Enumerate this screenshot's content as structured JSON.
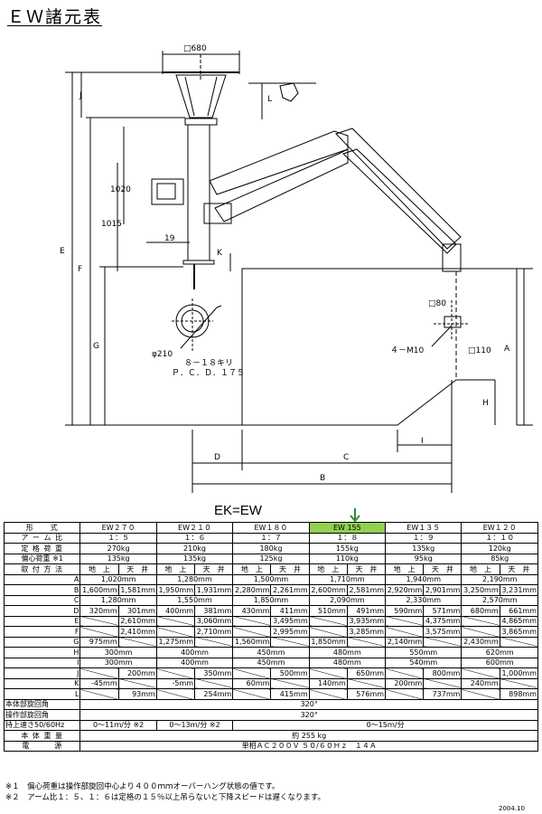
{
  "title": "ＥＷ諸元表",
  "drawing": {
    "dims": {
      "top_plate": "□680",
      "j": "J",
      "l": "L",
      "e": "E",
      "f": "F",
      "g": "G",
      "d1020": "1020",
      "d1015": "1015",
      "d19": "19",
      "k": "K",
      "phi210": "φ210",
      "bolt1": "８－１８キリ",
      "bolt2": "Ｐ．Ｃ．Ｄ．１７５",
      "sq80": "□80",
      "sq110": "□110",
      "m10": "４－M10",
      "a": "A",
      "h": "H",
      "i": "I",
      "d": "D",
      "c": "C",
      "b": "B"
    }
  },
  "ek_label": "EK=EW",
  "table": {
    "header_label": "形　　式",
    "models": [
      "EW２７０",
      "EW２１０",
      "EW１８０",
      "EW 155",
      "EW１３５",
      "EW１２０"
    ],
    "selected_index": 3,
    "arm_ratio_label": "ア ー ム 比",
    "arm_ratio": [
      "１：５",
      "１：６",
      "１：７",
      "１：８",
      "１：９",
      "１：１０"
    ],
    "rated_load_label": "定 格 荷 重",
    "rated_load": [
      "270kg",
      "210kg",
      "180kg",
      "155kg",
      "135kg",
      "120kg"
    ],
    "eccentric_label": "偏心荷重 ※1",
    "eccentric": [
      "135kg",
      "135kg",
      "125kg",
      "110kg",
      "95kg",
      "85kg"
    ],
    "mount_label": "取 付 方 法",
    "ground": "地　上",
    "ceiling": "天　井",
    "rows": [
      {
        "label": "A",
        "vals": [
          [
            "1,020mm"
          ],
          [
            "1,280mm"
          ],
          [
            "1,500mm"
          ],
          [
            "1,710mm"
          ],
          [
            "1,940mm"
          ],
          [
            "2,190mm"
          ]
        ]
      },
      {
        "label": "B",
        "vals": [
          [
            "1,600mm",
            "1,581mm"
          ],
          [
            "1,950mm",
            "1,931mm"
          ],
          [
            "2,280mm",
            "2,261mm"
          ],
          [
            "2,600mm",
            "2,581mm"
          ],
          [
            "2,920mm",
            "2,901mm"
          ],
          [
            "3,250mm",
            "3,231mm"
          ]
        ]
      },
      {
        "label": "C",
        "vals": [
          [
            "1,280mm"
          ],
          [
            "1,550mm"
          ],
          [
            "1,850mm"
          ],
          [
            "2,090mm"
          ],
          [
            "2,330mm"
          ],
          [
            "2,570mm"
          ]
        ]
      },
      {
        "label": "D",
        "vals": [
          [
            "320mm",
            "301mm"
          ],
          [
            "400mm",
            "381mm"
          ],
          [
            "430mm",
            "411mm"
          ],
          [
            "510mm",
            "491mm"
          ],
          [
            "590mm",
            "571mm"
          ],
          [
            "680mm",
            "661mm"
          ]
        ]
      },
      {
        "label": "E",
        "diag": true,
        "vals": [
          [
            "",
            "2,610mm"
          ],
          [
            "",
            "3,060mm"
          ],
          [
            "",
            "3,495mm"
          ],
          [
            "",
            "3,935mm"
          ],
          [
            "",
            "4,375mm"
          ],
          [
            "",
            "4,865mm"
          ]
        ]
      },
      {
        "label": "F",
        "diag": true,
        "vals": [
          [
            "",
            "2,410mm"
          ],
          [
            "",
            "2,710mm"
          ],
          [
            "",
            "2,995mm"
          ],
          [
            "",
            "3,285mm"
          ],
          [
            "",
            "3,575mm"
          ],
          [
            "",
            "3,865mm"
          ]
        ]
      },
      {
        "label": "G",
        "diag2": true,
        "vals": [
          [
            "975mm",
            ""
          ],
          [
            "1,275mm",
            ""
          ],
          [
            "1,560mm",
            ""
          ],
          [
            "1,850mm",
            ""
          ],
          [
            "2,140mm",
            ""
          ],
          [
            "2,430mm",
            ""
          ]
        ]
      },
      {
        "label": "H",
        "vals": [
          [
            "300mm"
          ],
          [
            "400mm"
          ],
          [
            "450mm"
          ],
          [
            "480mm"
          ],
          [
            "550mm"
          ],
          [
            "620mm"
          ]
        ]
      },
      {
        "label": "I",
        "vals": [
          [
            "300mm"
          ],
          [
            "400mm"
          ],
          [
            "450mm"
          ],
          [
            "480mm"
          ],
          [
            "540mm"
          ],
          [
            "600mm"
          ]
        ]
      },
      {
        "label": "J",
        "diag": true,
        "vals": [
          [
            "",
            "200mm"
          ],
          [
            "",
            "350mm"
          ],
          [
            "",
            "500mm"
          ],
          [
            "",
            "650mm"
          ],
          [
            "",
            "800mm"
          ],
          [
            "",
            "1,000mm"
          ]
        ]
      },
      {
        "label": "K",
        "diag2": true,
        "vals": [
          [
            "-45mm",
            ""
          ],
          [
            "-5mm",
            ""
          ],
          [
            "60mm",
            ""
          ],
          [
            "140mm",
            ""
          ],
          [
            "200mm",
            ""
          ],
          [
            "240mm",
            ""
          ]
        ]
      },
      {
        "label": "L",
        "diag": true,
        "vals": [
          [
            "",
            "93mm"
          ],
          [
            "",
            "254mm"
          ],
          [
            "",
            "415mm"
          ],
          [
            "",
            "576mm"
          ],
          [
            "",
            "737mm"
          ],
          [
            "",
            "898mm"
          ]
        ]
      }
    ],
    "body_rot_label": "本体部旋回角",
    "body_rot": "320°",
    "op_rot_label": "操作部旋回角",
    "op_rot": "320°",
    "speed_label": "持上速さ50/60Hz",
    "speed": [
      "0～11ｍ/分 ※2",
      "0～13ｍ/分 ※2",
      "0～15ｍ/分"
    ],
    "weight_label": "本 体 重 量",
    "weight": "約 255 kg",
    "power_label": "電　　　源",
    "power": "単相ＡＣ２００Ｖ ５０/６０Ｈｚ　１４Ａ"
  },
  "notes": [
    "※１　偏心荷重は操作部旋回中心より４００ｍｍオーバーハング状態の値です。",
    "※２　アーム比１：５、１：６は定格の１５％以上吊らないと下降スピードは遅くなります。"
  ],
  "date": "2004.10"
}
